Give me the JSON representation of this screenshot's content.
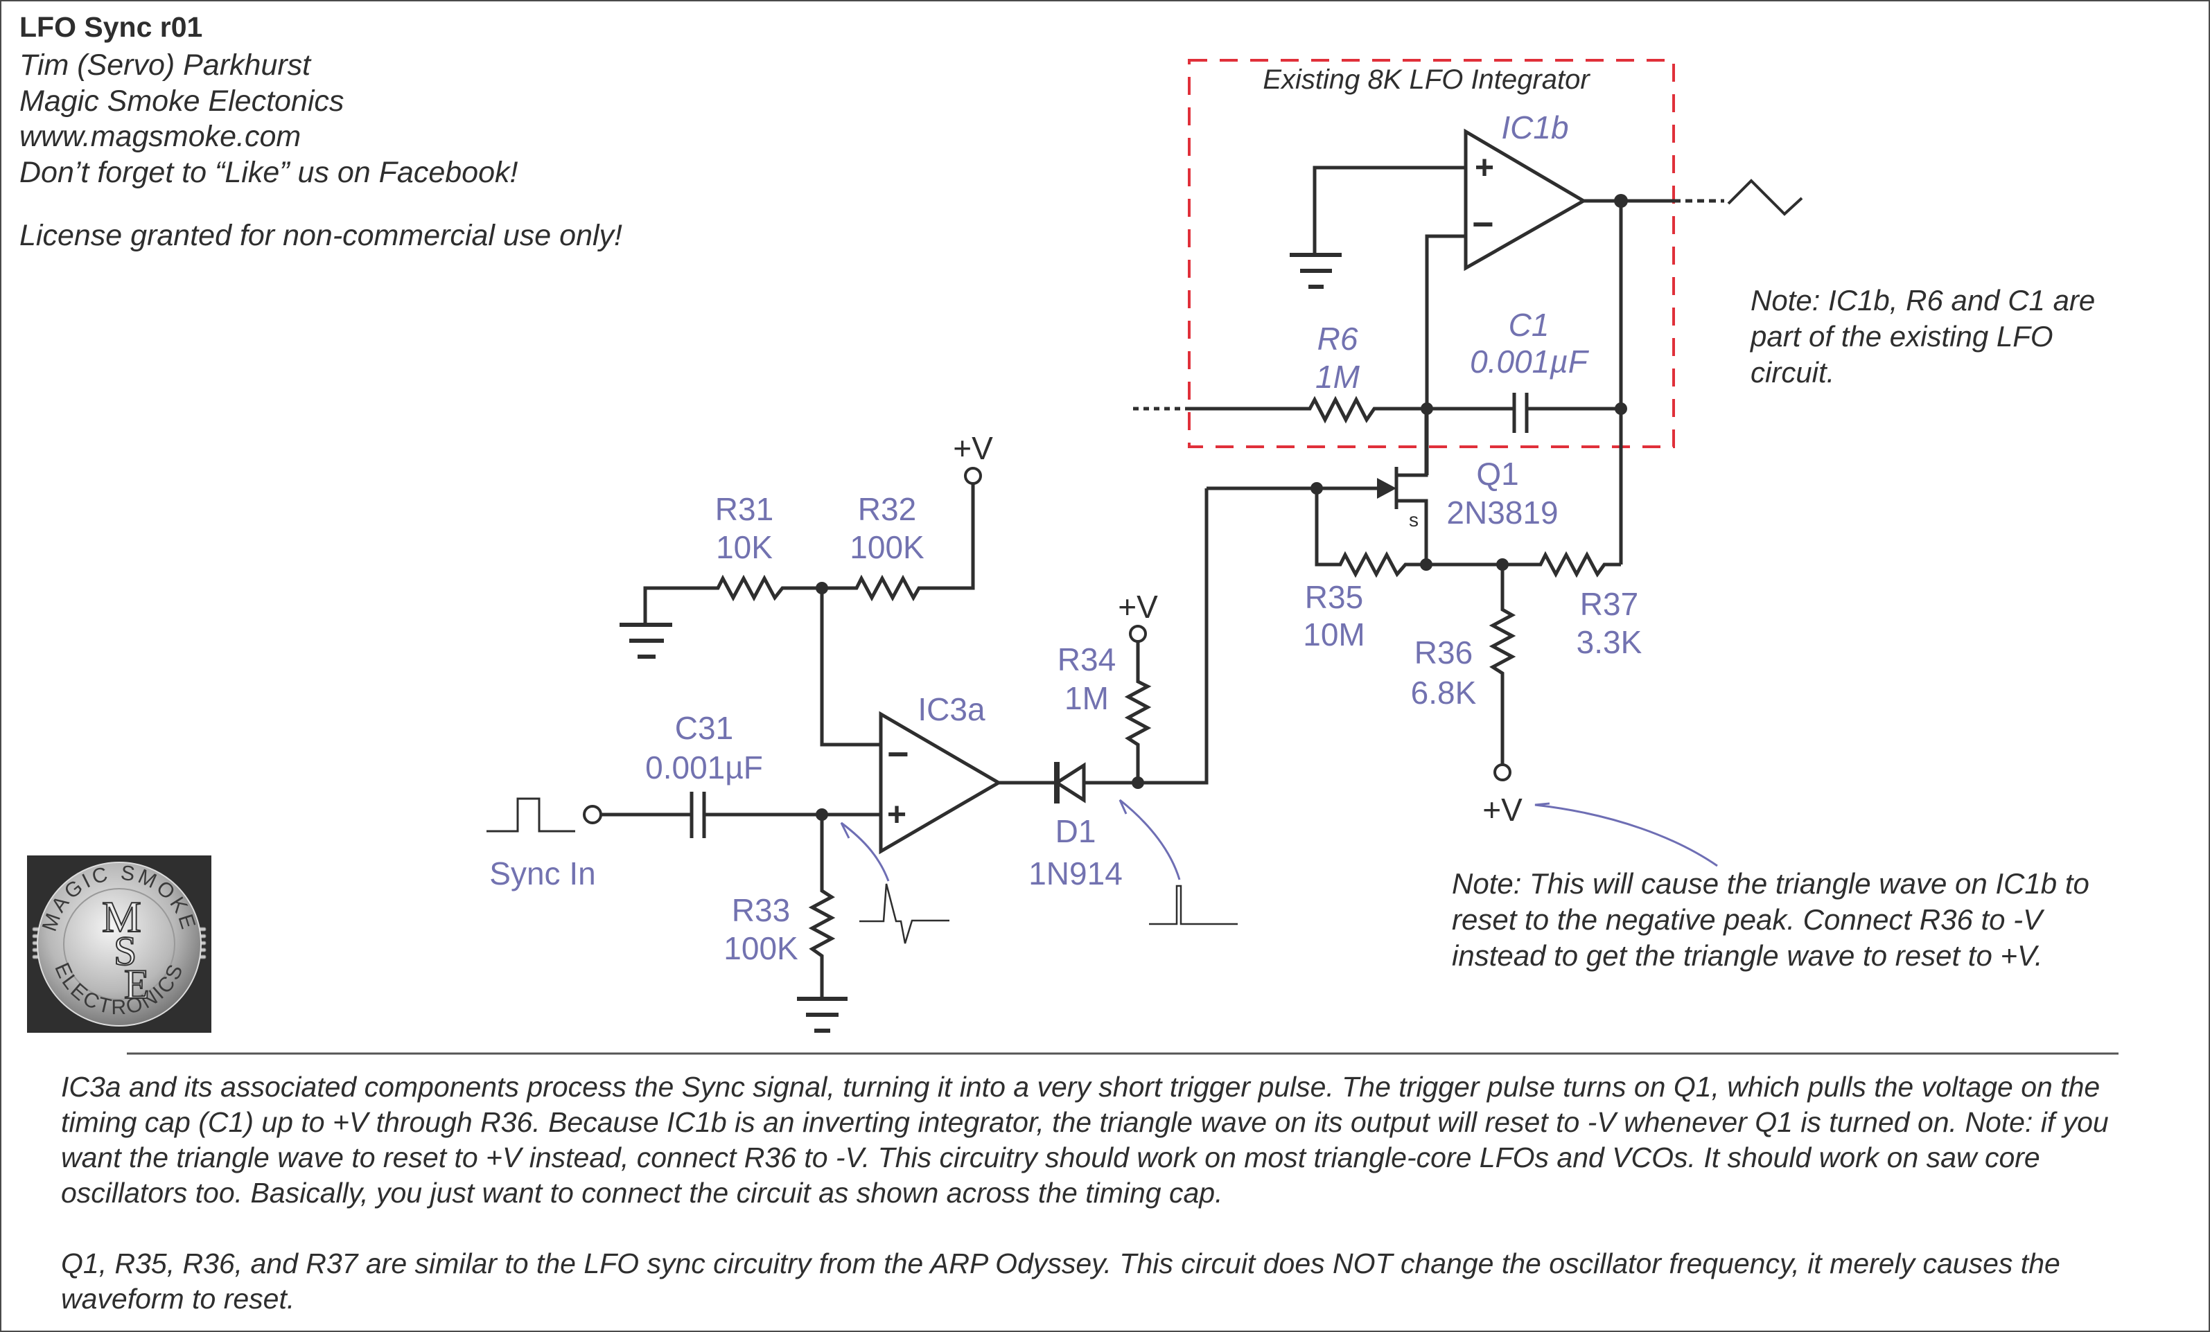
{
  "header": {
    "title": "LFO Sync r01",
    "author": "Tim (Servo) Parkhurst",
    "company": "Magic Smoke Electonics",
    "website": "www.magsmoke.com",
    "social": "Don’t forget to “Like” us on Facebook!",
    "license": "License granted for non-commercial use only!"
  },
  "existing_block": {
    "title": "Existing 8K LFO Integrator",
    "border_color": "#e0303a"
  },
  "components": {
    "ic1b": {
      "ref": "IC1b"
    },
    "r6": {
      "ref": "R6",
      "value": "1M"
    },
    "c1": {
      "ref": "C1",
      "value": "0.001µF"
    },
    "q1": {
      "ref": "Q1",
      "value": "2N3819",
      "pin_s": "s"
    },
    "r31": {
      "ref": "R31",
      "value": "10K"
    },
    "r32": {
      "ref": "R32",
      "value": "100K"
    },
    "r33": {
      "ref": "R33",
      "value": "100K"
    },
    "r34": {
      "ref": "R34",
      "value": "1M"
    },
    "r35": {
      "ref": "R35",
      "value": "10M"
    },
    "r36": {
      "ref": "R36",
      "value": "6.8K"
    },
    "r37": {
      "ref": "R37",
      "value": "3.3K"
    },
    "c31": {
      "ref": "C31",
      "value": "0.001µF"
    },
    "ic3a": {
      "ref": "IC3a"
    },
    "d1": {
      "ref": "D1",
      "value": "1N914"
    }
  },
  "rails": {
    "vplus": "+V",
    "opamp_plus": "+",
    "opamp_minus": "−"
  },
  "sync_input": {
    "label": "Sync In"
  },
  "notes": {
    "existing": "Note: IC1b, R6 and C1 are\npart of the existing LFO\ncircuit.",
    "reset": "Note: This will cause the triangle wave on IC1b to\nreset to the negative peak. Connect R36 to -V\ninstead to get the triangle wave to reset to +V."
  },
  "description": {
    "paragraph1": "IC3a and its associated components process the Sync signal, turning it into a very short trigger pulse. The trigger pulse turns on Q1, which pulls the voltage on the timing cap (C1) up to +V through R36. Because IC1b is an inverting integrator, the triangle wave on its output will reset to -V whenever Q1 is turned on. Note: if you want the triangle wave to reset to +V instead, connect R36 to -V. This circuitry should work on most triangle-core LFOs and VCOs. It should work on saw core oscillators too. Basically, you just want to connect the circuit as shown across the timing cap.",
    "paragraph2": "Q1, R35, R36, and R37 are similar to the LFO sync circuitry from the ARP Odyssey. This circuit does NOT change the oscillator frequency, it merely causes the waveform to reset."
  },
  "logo": {
    "top_text": "MAGIC SMOKE",
    "bottom_text": "ELECTRONICS",
    "monogram": [
      "M",
      "S",
      "E"
    ]
  },
  "colors": {
    "component_label": "#7272b0",
    "wire": "#2e2e2e",
    "existing_border": "#e0303a"
  }
}
